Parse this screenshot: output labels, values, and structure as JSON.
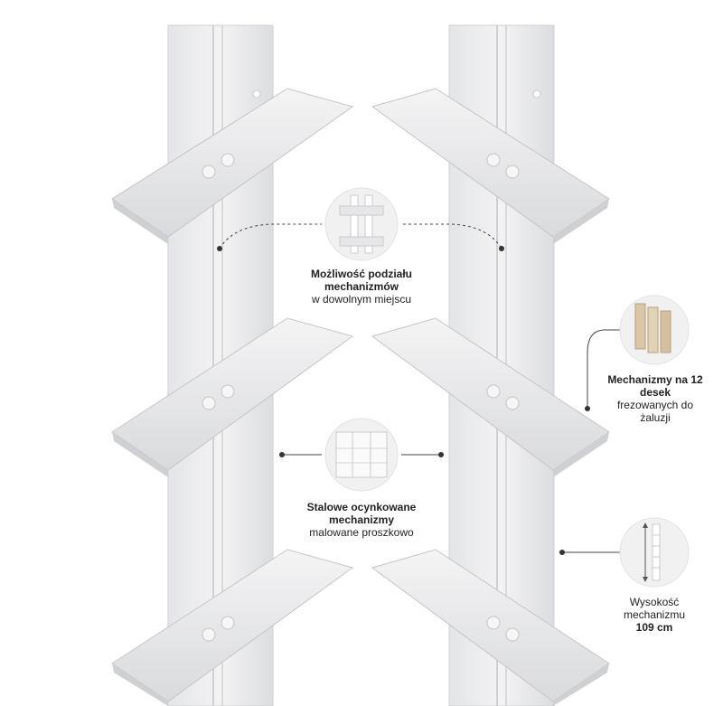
{
  "callouts": {
    "division": {
      "bold": "Możliwość podziału mechanizmów",
      "normal": "w dowolnym miejscu"
    },
    "steel": {
      "bold": "Stalowe ocynkowane mechanizmy",
      "normal": "malowane proszkowo"
    },
    "boards": {
      "bold": "Mechanizmy na 12 desek",
      "normal": "frezowanych do żaluzji"
    },
    "height": {
      "normal": "Wysokość mechanizmu",
      "bold": "109 cm"
    }
  },
  "colors": {
    "metal": "#ececed",
    "metal_shade": "#d6d7d9",
    "metal_edge": "#c4c5c8",
    "line": "#333333",
    "wood": "#d9c7a8"
  }
}
